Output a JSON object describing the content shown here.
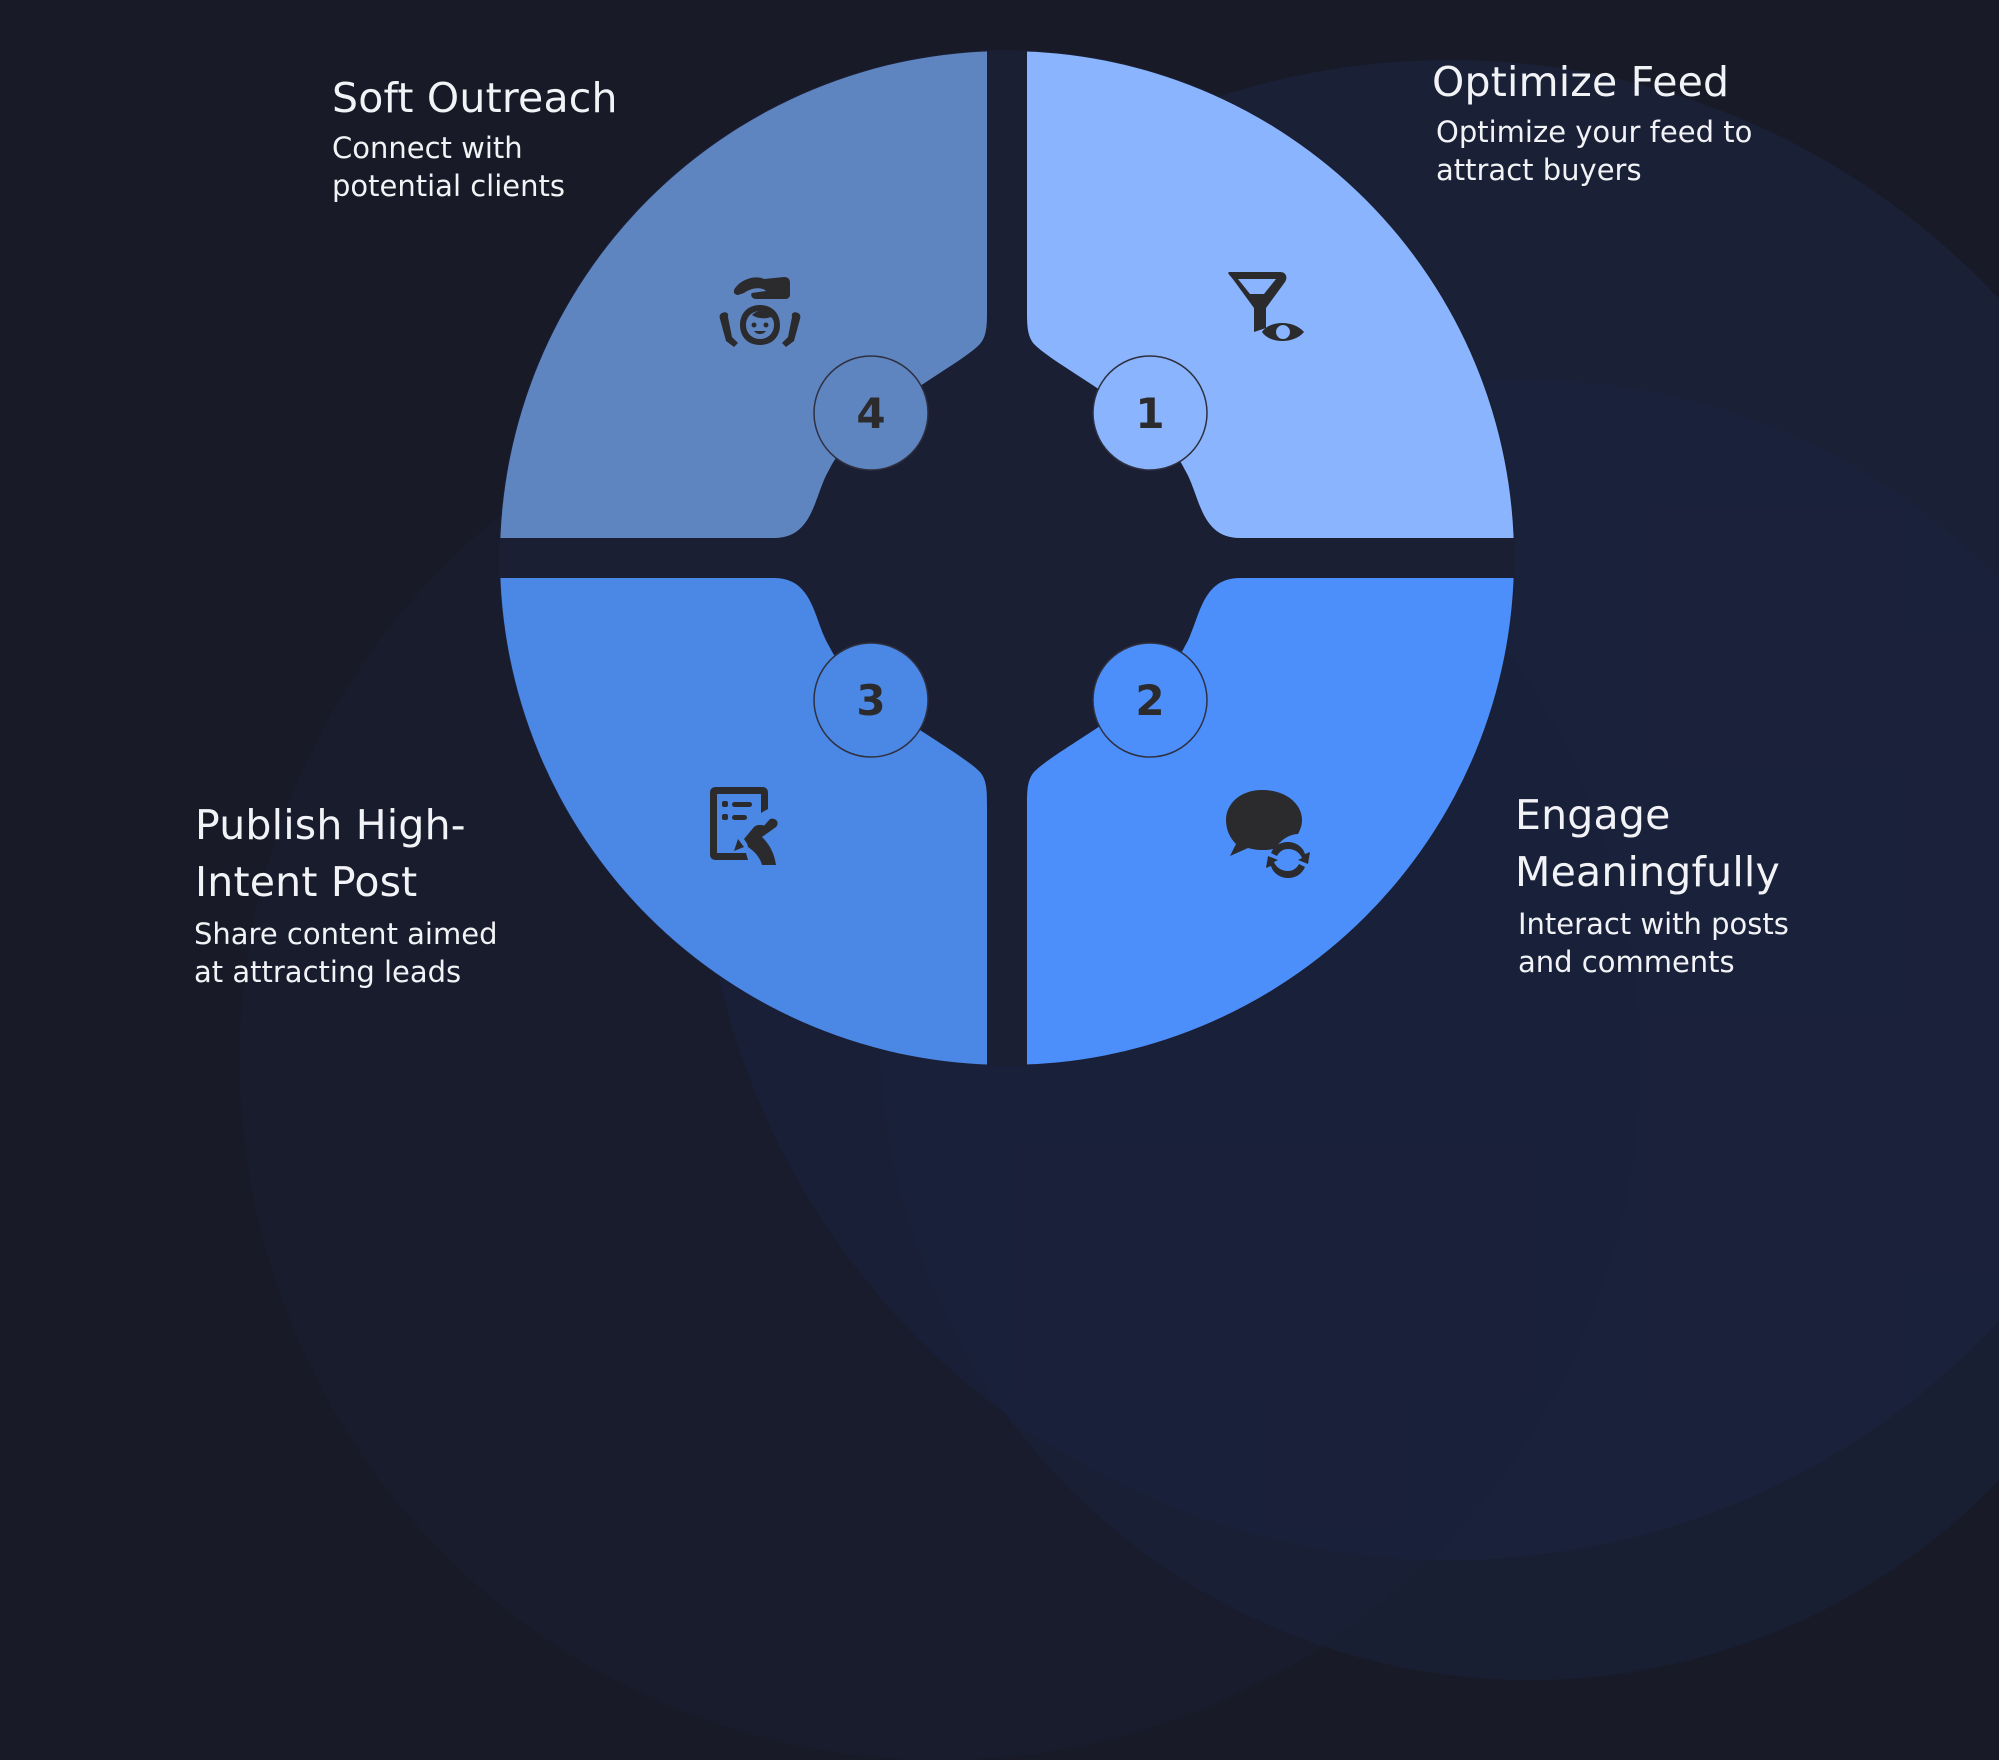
{
  "diagram": {
    "type": "four-step cycle",
    "colors": {
      "background": "#181b27",
      "center": "#1b1f38",
      "step1": "#8ab4fd",
      "step2": "#4c8ffb",
      "step3": "#4b87e4",
      "step4": "#5f85c1",
      "text": "#f2f3f6",
      "icon": "#2b2b2e"
    },
    "steps": [
      {
        "number": "1",
        "title": "Optimize Feed",
        "description_lines": [
          "Optimize your feed to",
          "attract buyers"
        ],
        "icon": "funnel-eye-icon"
      },
      {
        "number": "2",
        "title_lines": [
          "Engage",
          "Meaningfully"
        ],
        "description_lines": [
          "Interact with posts",
          "and comments"
        ],
        "icon": "chat-refresh-icon"
      },
      {
        "number": "3",
        "title_lines": [
          "Publish High-",
          "Intent Post"
        ],
        "description_lines": [
          "Share content aimed",
          "at attracting leads"
        ],
        "icon": "document-hand-pen-icon"
      },
      {
        "number": "4",
        "title": "Soft Outreach",
        "description_lines": [
          "Connect with",
          "potential clients"
        ],
        "icon": "hand-over-person-icon"
      }
    ]
  }
}
